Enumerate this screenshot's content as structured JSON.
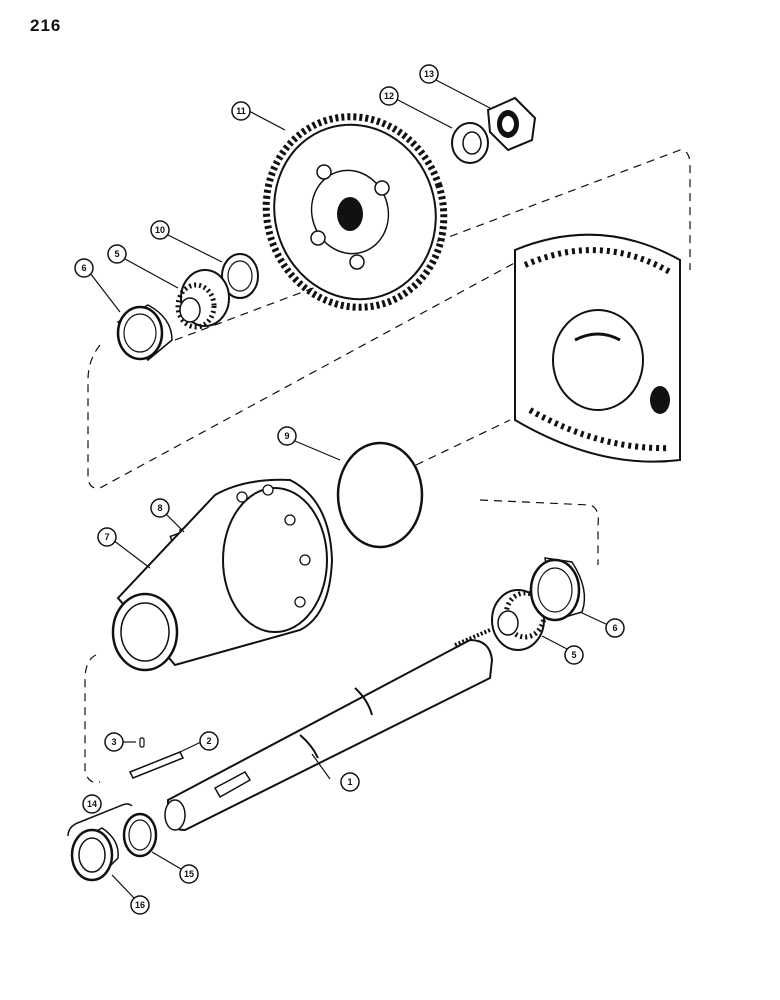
{
  "page_number": "216",
  "callouts": [
    {
      "id": "c1",
      "label": "1"
    },
    {
      "id": "c2",
      "label": "2"
    },
    {
      "id": "c3",
      "label": "3"
    },
    {
      "id": "c5a",
      "label": "5"
    },
    {
      "id": "c5b",
      "label": "5"
    },
    {
      "id": "c6a",
      "label": "6"
    },
    {
      "id": "c6b",
      "label": "6"
    },
    {
      "id": "c7",
      "label": "7"
    },
    {
      "id": "c8",
      "label": "8"
    },
    {
      "id": "c9",
      "label": "9"
    },
    {
      "id": "c10",
      "label": "10"
    },
    {
      "id": "c11",
      "label": "11"
    },
    {
      "id": "c12",
      "label": "12"
    },
    {
      "id": "c13",
      "label": "13"
    },
    {
      "id": "c14",
      "label": "14"
    },
    {
      "id": "c15",
      "label": "15"
    },
    {
      "id": "c16",
      "label": "16"
    }
  ]
}
